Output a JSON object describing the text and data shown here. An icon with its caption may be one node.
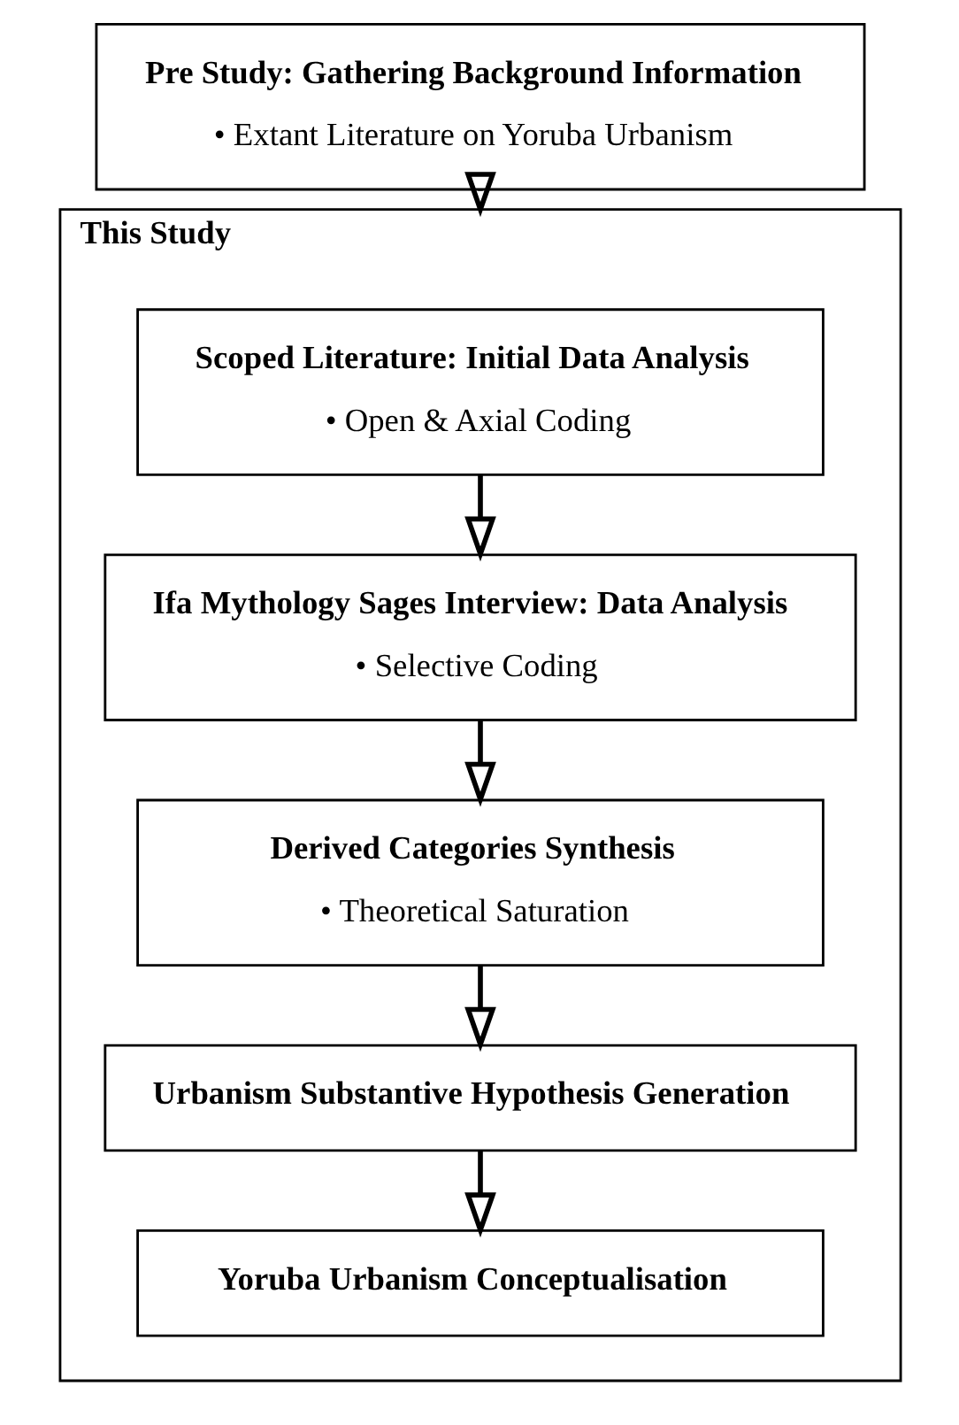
{
  "diagram": {
    "nodes": [
      {
        "text": [
          "Pre Study: Gathering Background Information",
          "• Extant Literature on Yoruba Urbanism"
        ]
      },
      {
        "text": [
          "This Study"
        ]
      },
      {
        "text": [
          "Scoped Literature: Initial Data Analysis",
          "• Open & Axial Coding"
        ],
        "in": 1
      },
      {
        "text": [
          "Ifa Mythology Sages Interview: Data Analysis",
          "• Selective Coding"
        ],
        "in": 1
      },
      {
        "text": [
          "Derived Categories Synthesis",
          "• Theoretical Saturation"
        ],
        "in": 1
      },
      {
        "text": [
          "Urbanism Substantive Hypothesis Generation"
        ],
        "in": 1
      },
      {
        "text": [
          "Yoruba Urbanism Conceptualisation"
        ],
        "in": 1
      }
    ],
    "edges": [
      {
        "from": 0,
        "to": 1,
        "arrow": "to"
      },
      {
        "from": 2,
        "to": 3,
        "arrow": "to"
      },
      {
        "from": 3,
        "to": 4,
        "arrow": "to"
      },
      {
        "from": 4,
        "to": 5,
        "arrow": "to"
      },
      {
        "from": 5,
        "to": 6,
        "arrow": "to"
      }
    ]
  }
}
